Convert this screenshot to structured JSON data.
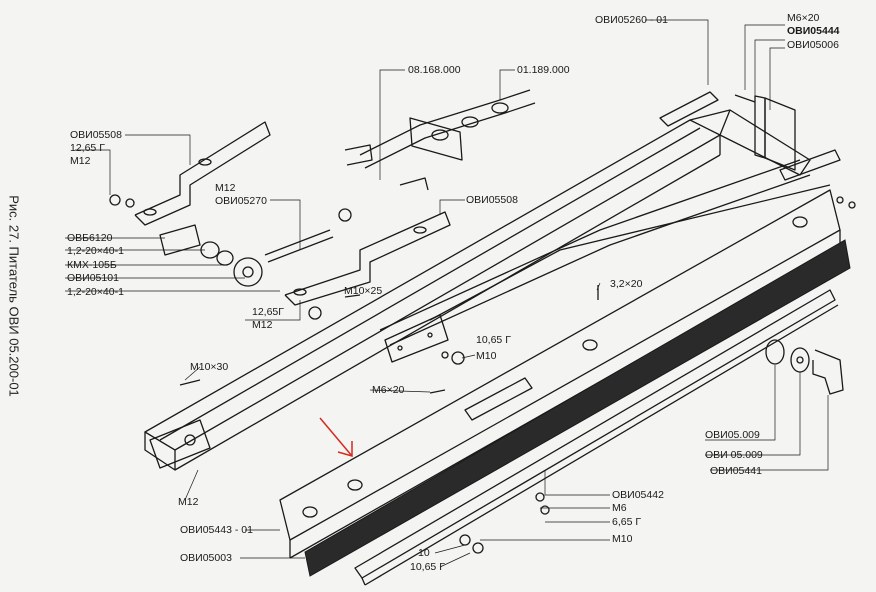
{
  "caption": "Рис. 27. Питатель ОВИ 05.200-01",
  "colors": {
    "ink": "#1a1a1a",
    "paper": "#f4f4f2",
    "arrow": "#d42a1f",
    "brush": "#2a2a2a"
  },
  "labels": {
    "ovi05260": "ОВИ05260 - 01",
    "m6x20_top": "М6×20",
    "ovi05444": "ОВИ05444",
    "ovi05006": "ОВИ05006",
    "p08168": "08.168.000",
    "p01189": "01.189.000",
    "ovi05508_a": "ОВИ05508",
    "w1265_a": "12,65 Г",
    "m12_a": "М12",
    "m12_b": "М12",
    "ovi05270": "ОВИ05270",
    "ovi05508_b": "ОВИ05508",
    "ovb6120": "ОВБ6120",
    "b1": "1,2-20×40-1",
    "kmx": "КМХ-105Б",
    "ovi05101": "ОВИ05101",
    "b2": "1,2-20×40-1",
    "w1265_b": "12,65Г",
    "m12_c": "М12",
    "m10x25": "М10×25",
    "s32x20": "3,2×20",
    "w1065": "10,65 Г",
    "m10_a": "М10",
    "m10x30": "М10×30",
    "m6x20_b": "М6×20",
    "ovi05009_a": "ОВИ05.009",
    "ovi05009_b": "ОВИ 05.009",
    "ovi05441": "ОВИ05441",
    "m12_d": "М12",
    "ovi05442": "ОВИ05442",
    "m6": "М6",
    "w665": "6,65 Г",
    "m10_b": "М10",
    "ovi05443": "ОВИ05443 - 01",
    "ovi05003": "ОВИ05003",
    "n10": "10",
    "w1065_b": "10,65 Г"
  }
}
